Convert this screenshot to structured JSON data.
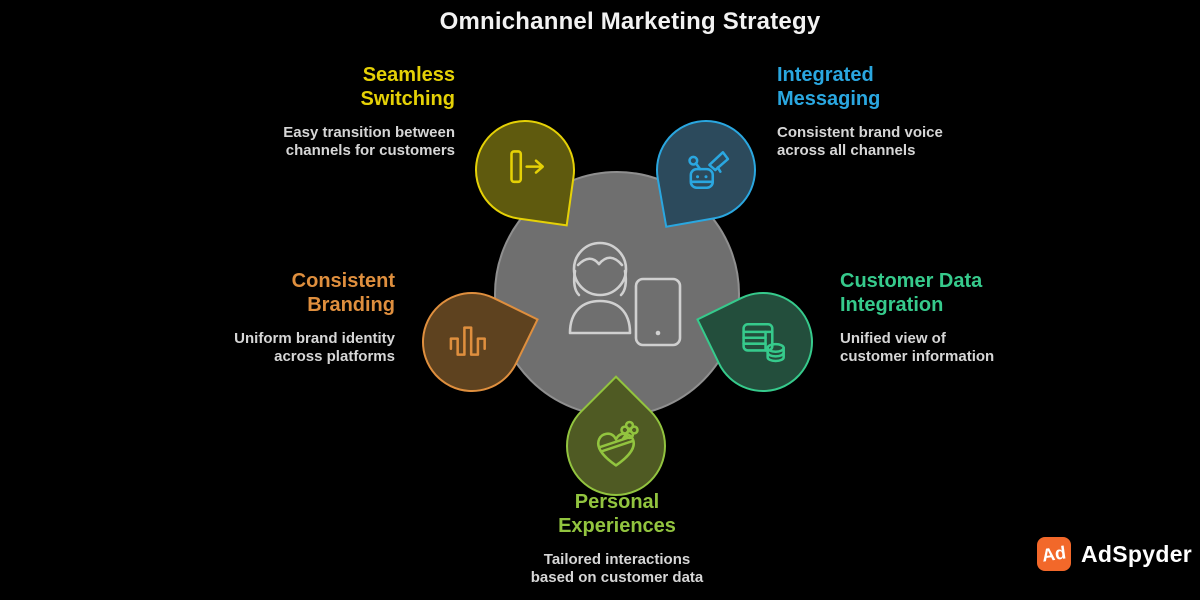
{
  "title": "Omnichannel Marketing Strategy",
  "background_color": "#000000",
  "center": {
    "icon": "customer-with-device-icon",
    "fill_color": "#6f6f6f",
    "stroke_color": "#8f8f8f"
  },
  "nodes": [
    {
      "id": "seamless-switching",
      "heading_line1": "Seamless",
      "heading_line2": "Switching",
      "desc_line1": "Easy transition between",
      "desc_line2": "channels for customers",
      "accent_color": "#e5d106",
      "fill_color": "#5f5a0e",
      "icon": "channel-switch-arrow-icon"
    },
    {
      "id": "integrated-messaging",
      "heading_line1": "Integrated",
      "heading_line2": "Messaging",
      "desc_line1": "Consistent brand voice",
      "desc_line2": "across all channels",
      "accent_color": "#2aa7e0",
      "fill_color": "#2c4a5c",
      "icon": "robot-megaphone-icon"
    },
    {
      "id": "customer-data-integration",
      "heading_line1": "Customer Data",
      "heading_line2": "Integration",
      "desc_line1": "Unified view of",
      "desc_line2": "customer information",
      "accent_color": "#36ca8c",
      "fill_color": "#234e3c",
      "icon": "table-database-icon"
    },
    {
      "id": "personal-experiences",
      "heading_line1": "Personal",
      "heading_line2": "Experiences",
      "desc_line1": "Tailored interactions",
      "desc_line2": "based on customer data",
      "accent_color": "#92c43f",
      "fill_color": "#4f5a23",
      "icon": "heart-gift-icon"
    },
    {
      "id": "consistent-branding",
      "heading_line1": "Consistent",
      "heading_line2": "Branding",
      "desc_line1": "Uniform brand identity",
      "desc_line2": "across platforms",
      "accent_color": "#df8f3e",
      "fill_color": "#5e421f",
      "icon": "waveform-icon"
    }
  ],
  "footer": {
    "brand_name": "AdSpyder",
    "logo_monogram": "Ad",
    "logo_color": "#f2682a"
  }
}
